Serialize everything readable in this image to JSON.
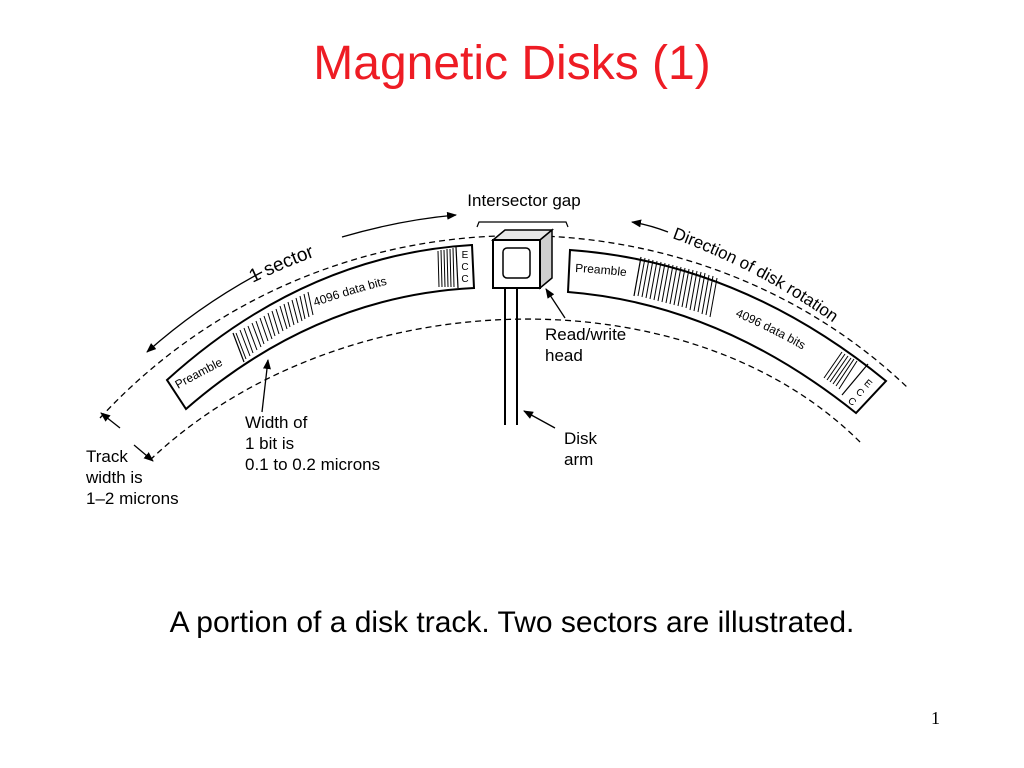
{
  "slide": {
    "title": "Magnetic Disks (1)",
    "caption": "A portion of a disk track.  Two sectors are illustrated.",
    "page_number": "1",
    "title_color": "#ee1c24"
  },
  "diagram": {
    "intersector_gap": "Intersector gap",
    "one_sector": "1 sector",
    "direction": "Direction of disk rotation",
    "left_sector": {
      "preamble": "Preamble",
      "data": "4096 data bits",
      "ecc": [
        "E",
        "C",
        "C"
      ]
    },
    "right_sector": {
      "preamble": "Preamble",
      "data": "4096 data bits",
      "ecc": [
        "E",
        "C",
        "C"
      ]
    },
    "read_write_head": [
      "Read/write",
      "head"
    ],
    "disk_arm": [
      "Disk",
      "arm"
    ],
    "bit_width": [
      "Width of",
      "1 bit is",
      "0.1 to 0.2 microns"
    ],
    "track_width": [
      "Track",
      "width is",
      "1–2 microns"
    ]
  }
}
